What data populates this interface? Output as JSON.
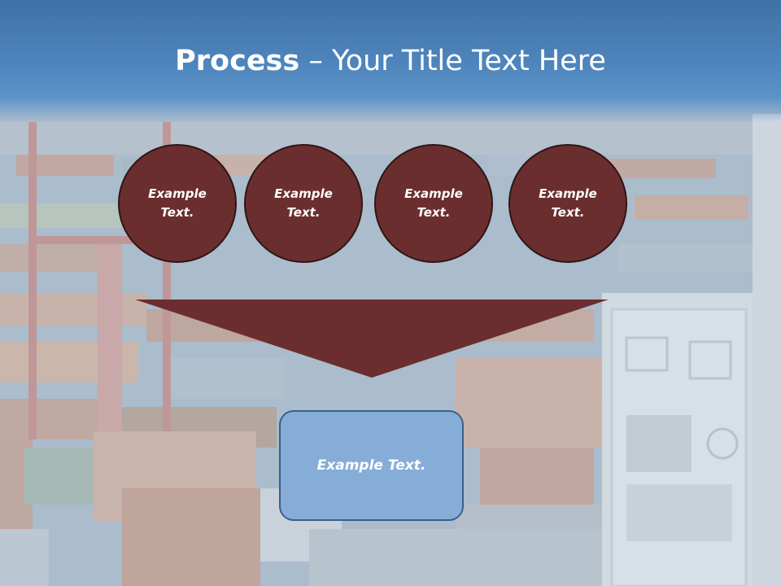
{
  "slide": {
    "title_bold": "Process",
    "title_rest": " – Your Title Text Here"
  },
  "circles": [
    {
      "label": "Example Text."
    },
    {
      "label": "Example Text."
    },
    {
      "label": "Example Text."
    },
    {
      "label": "Example Text."
    }
  ],
  "result": {
    "label": "Example Text."
  },
  "colors": {
    "title_band": "#4f86bd",
    "circle_fill": "#6b2e2e",
    "funnel_fill": "#6b2e2e",
    "result_fill": "#86add8",
    "result_border": "#3b5f87"
  }
}
